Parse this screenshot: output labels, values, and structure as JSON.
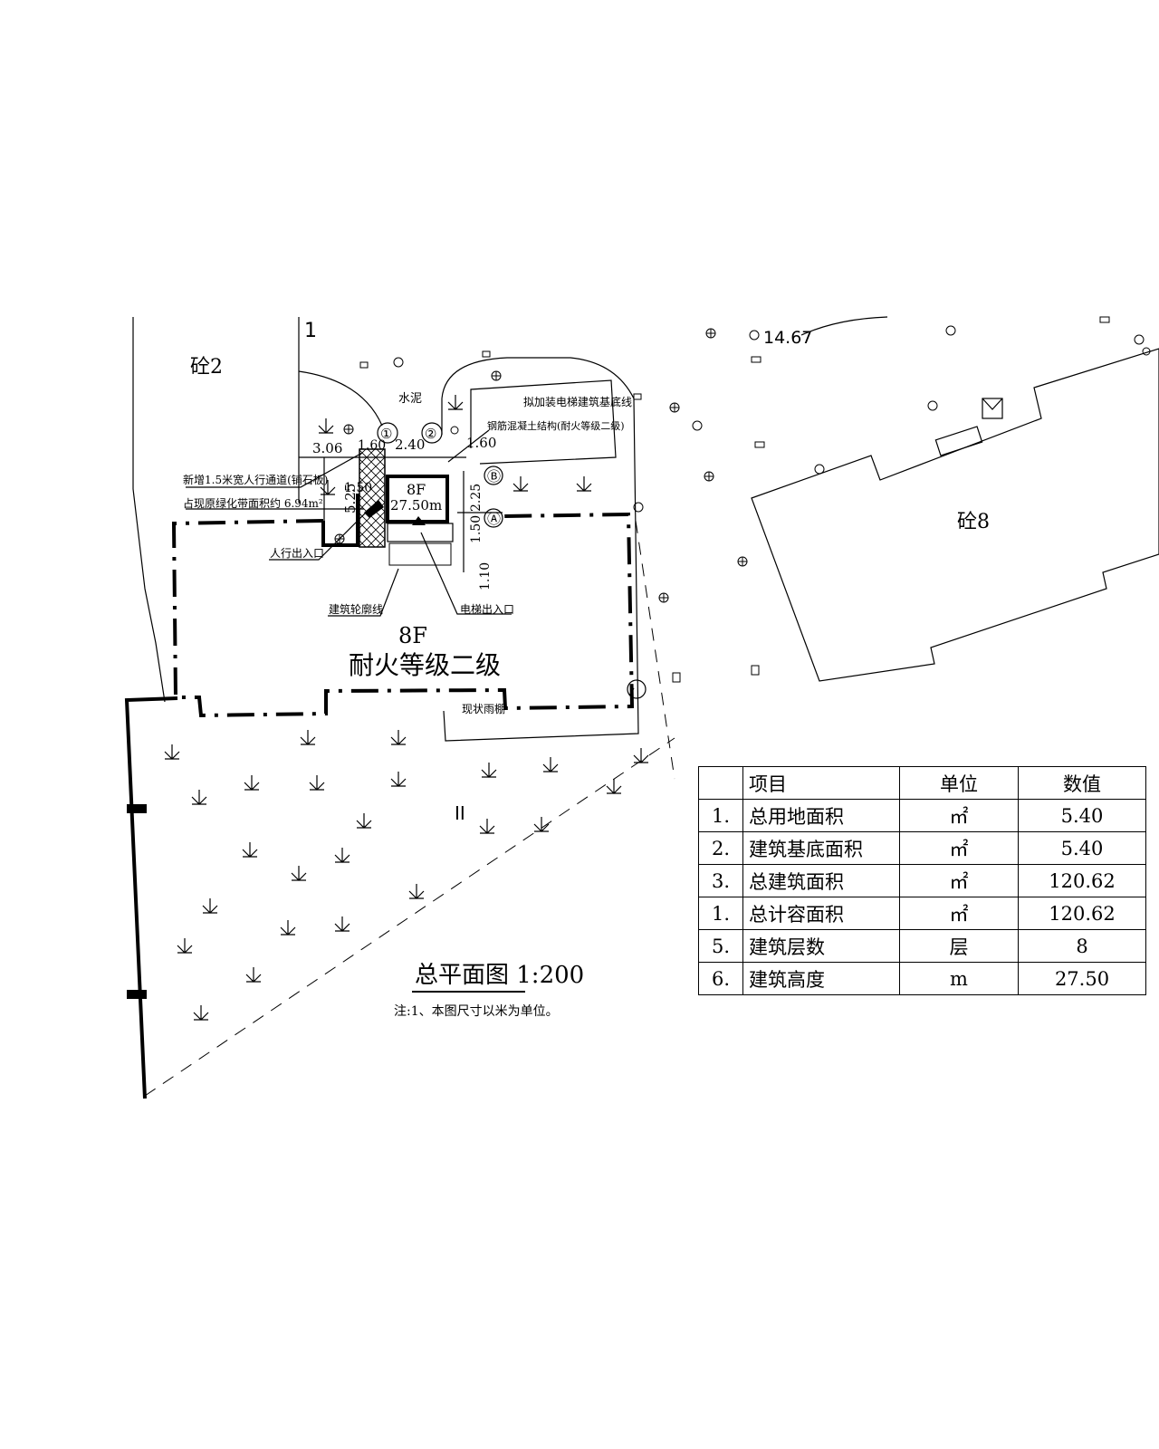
{
  "drawing_title": "总平面图 1:200",
  "note": "注:1、本图尺寸以米为单位。",
  "site_labels": {
    "building_left": "砼2",
    "building_right": "砼8",
    "elevation": "14.67",
    "marker_1": "1",
    "marker_ii": "II",
    "cement": "水泥",
    "main_floors": "8F",
    "main_fire": "耐火等级二级",
    "elevator_floors": "8F",
    "elevator_height": "27.50m"
  },
  "annotations": {
    "elevator_baseline": "拟加装电梯建筑基底线",
    "structure": "钢筋混凝土结构(耐火等级二级)",
    "new_path": "新增1.5米宽人行通道(铺石板)",
    "green_area": "占现原绿化带面积约 6.94m²",
    "pedestrian_entrance": "人行出入口",
    "building_outline": "建筑轮廓线",
    "elevator_entrance": "电梯出入口",
    "existing_canopy": "现状雨棚"
  },
  "axis_labels": [
    "①",
    "②",
    "Ⓐ",
    "Ⓑ"
  ],
  "dimensions": {
    "d1": "3.06",
    "d2": "1.60",
    "d3": "2.40",
    "d4": "1.60",
    "d5": "5.25",
    "d6": "1.50",
    "d7": "2.25",
    "d8": "1.50",
    "d9": "1.10"
  },
  "table": {
    "headers": [
      "",
      "项目",
      "单位",
      "数值"
    ],
    "rows": [
      [
        "1.",
        "总用地面积",
        "㎡",
        "5.40"
      ],
      [
        "2.",
        "建筑基底面积",
        "㎡",
        "5.40"
      ],
      [
        "3.",
        "总建筑面积",
        "㎡",
        "120.62"
      ],
      [
        "1.",
        "总计容面积",
        "㎡",
        "120.62"
      ],
      [
        "5.",
        "建筑层数",
        "层",
        "8"
      ],
      [
        "6.",
        "建筑高度",
        "m",
        "27.50"
      ]
    ]
  }
}
